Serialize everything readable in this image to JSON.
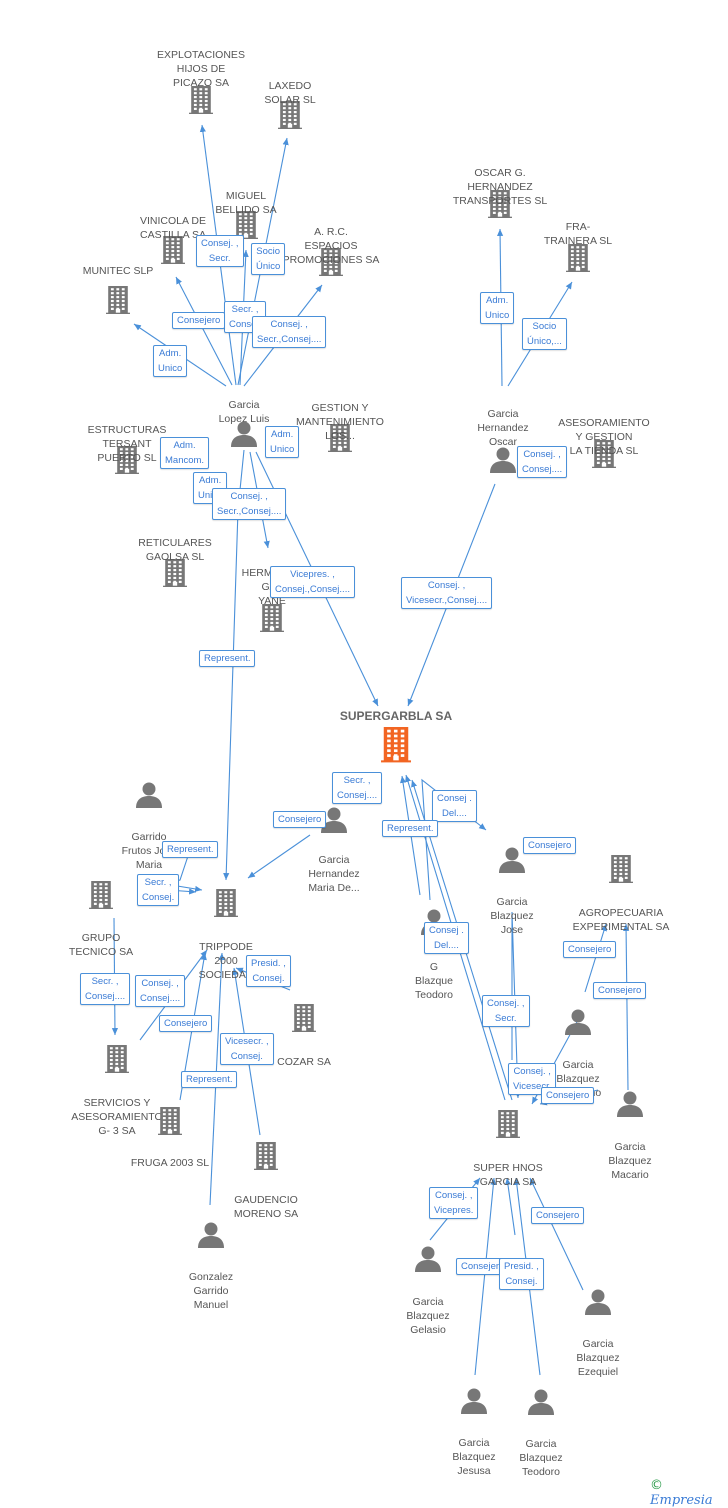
{
  "center_node": "SUPERGARBLA SA",
  "companies": [
    {
      "id": "explotaciones",
      "label": "EXPLOTACIONES\nHIJOS DE\nPICAZO SA"
    },
    {
      "id": "laxedo",
      "label": "LAXEDO\nSOLAR SL"
    },
    {
      "id": "miguel",
      "label": "MIGUEL\nBELLIDO SA"
    },
    {
      "id": "vinicola",
      "label": "VINICOLA DE\nCASTILLA SA"
    },
    {
      "id": "arc",
      "label": "A. R.C.\nESPACIOS\nPROMOCIONES SA"
    },
    {
      "id": "munitec",
      "label": "MUNITEC SLP"
    },
    {
      "id": "oscarg",
      "label": "OSCAR G.\nHERNANDEZ\nTRANSPORTES SL"
    },
    {
      "id": "fra",
      "label": "FRA-\nTRAINERA  SL"
    },
    {
      "id": "estructuras",
      "label": "ESTRUCTURAS\nTERSANT\nPUERTO SL"
    },
    {
      "id": "gestion",
      "label": "GESTION Y\nMANTENIMIENTO\nLOS..."
    },
    {
      "id": "asesoramiento_tienda",
      "label": "ASESORAMIENTO\nY GESTION\nLA TIENDA  SL"
    },
    {
      "id": "reticulares",
      "label": "RETICULARES\nGAOLSA SL"
    },
    {
      "id": "hermanos",
      "label": "HERMANOS\nGAL\nYAÑE"
    },
    {
      "id": "grupo",
      "label": "GRUPO\nTECNICO SA"
    },
    {
      "id": "trippode",
      "label": "TRIPPODE\n2000\nSOCIEDAD"
    },
    {
      "id": "agropecuaria",
      "label": "AGROPECUARIA\nEXPERIMENTAL SA"
    },
    {
      "id": "servicios",
      "label": "SERVICIOS Y\nASESORAMIENTO\nG- 3 SA"
    },
    {
      "id": "fruga",
      "label": "FRUGA 2003  SL"
    },
    {
      "id": "cozar",
      "label": "COZAR SA"
    },
    {
      "id": "gaudencio",
      "label": "GAUDENCIO\nMORENO SA"
    },
    {
      "id": "super",
      "label": "SUPER HNOS\nGARCIA SA"
    }
  ],
  "people": [
    {
      "id": "garcia_luis",
      "label": "Garcia\nLopez Luis"
    },
    {
      "id": "garcia_oscar",
      "label": "Garcia\nHernandez\nOscar"
    },
    {
      "id": "garrido",
      "label": "Garrido\nFrutos Jose\nMaria"
    },
    {
      "id": "garcia_maria",
      "label": "Garcia\nHernandez\nMaria De..."
    },
    {
      "id": "garcia_jose",
      "label": "Garcia\nBlazquez\nJose"
    },
    {
      "id": "garcia_teodoro1",
      "label": "G\nBlazque\nTeodoro"
    },
    {
      "id": "garcia_victoriano",
      "label": "Garcia\nBlazquez\nVictoriano"
    },
    {
      "id": "garcia_macario",
      "label": "Garcia\nBlazquez\nMacario"
    },
    {
      "id": "gonzalez",
      "label": "Gonzalez\nGarrido\nManuel"
    },
    {
      "id": "garcia_gelasio",
      "label": "Garcia\nBlazquez\nGelasio"
    },
    {
      "id": "garcia_ezequiel",
      "label": "Garcia\nBlazquez\nEzequiel"
    },
    {
      "id": "garcia_jesusa",
      "label": "Garcia\nBlazquez\nJesusa"
    },
    {
      "id": "garcia_teodoro2",
      "label": "Garcia\nBlazquez\nTeodoro"
    }
  ],
  "relations": [
    {
      "id": "r1",
      "text": "Consej. ,\nSecr."
    },
    {
      "id": "r2",
      "text": "Socio\nÚnico"
    },
    {
      "id": "r3",
      "text": "Secr. ,\nConsej."
    },
    {
      "id": "r4",
      "text": "Consejero"
    },
    {
      "id": "r5",
      "text": "Consej. ,\nSecr.,Consej...."
    },
    {
      "id": "r6",
      "text": "Adm.\nUnico"
    },
    {
      "id": "r7",
      "text": "Adm.\nUnico"
    },
    {
      "id": "r8",
      "text": "Socio\nÚnico,..."
    },
    {
      "id": "r9",
      "text": "Adm.\nMancom."
    },
    {
      "id": "r10",
      "text": "Adm.\nUnico"
    },
    {
      "id": "r11",
      "text": "Consej. ,\nConsej...."
    },
    {
      "id": "r12",
      "text": "Adm.\nUnico"
    },
    {
      "id": "r13",
      "text": "Consej. ,\nSecr.,Consej...."
    },
    {
      "id": "r14",
      "text": "Vicepres. ,\nConsej.,Consej...."
    },
    {
      "id": "r15",
      "text": "Consej. ,\nVicesecr.,Consej...."
    },
    {
      "id": "r16",
      "text": "Represent."
    },
    {
      "id": "r17",
      "text": "Secr. ,\nConsej...."
    },
    {
      "id": "r18",
      "text": "Consej .\nDel...."
    },
    {
      "id": "r19",
      "text": "Consejero"
    },
    {
      "id": "r20",
      "text": "Represent."
    },
    {
      "id": "r21",
      "text": "Represent."
    },
    {
      "id": "r22",
      "text": "Consejero"
    },
    {
      "id": "r23",
      "text": "Secr. ,\nConsej."
    },
    {
      "id": "r24",
      "text": "Consej .\nDel...."
    },
    {
      "id": "r25",
      "text": "Consejero"
    },
    {
      "id": "r26",
      "text": "Presid. ,\nConsej."
    },
    {
      "id": "r27",
      "text": "Secr. ,\nConsej...."
    },
    {
      "id": "r28",
      "text": "Consej. ,\nConsej...."
    },
    {
      "id": "r29",
      "text": "Consejero"
    },
    {
      "id": "r30",
      "text": "Consejero"
    },
    {
      "id": "r31",
      "text": "Consej. ,\nSecr."
    },
    {
      "id": "r32",
      "text": "Vicesecr. ,\nConsej."
    },
    {
      "id": "r33",
      "text": "Consej. ,\nVicesecr."
    },
    {
      "id": "r34",
      "text": "Consejero"
    },
    {
      "id": "r35",
      "text": "Represent."
    },
    {
      "id": "r36",
      "text": "Consej. ,\nVicepres."
    },
    {
      "id": "r37",
      "text": "Consejero"
    },
    {
      "id": "r38",
      "text": "Consejero"
    },
    {
      "id": "r39",
      "text": "Presid. ,\nConsej."
    }
  ],
  "footer": {
    "copyright": "©",
    "brand": "Empresia"
  },
  "colors": {
    "edge": "#4a90d9",
    "node": "#777777",
    "center": "#f26522"
  }
}
